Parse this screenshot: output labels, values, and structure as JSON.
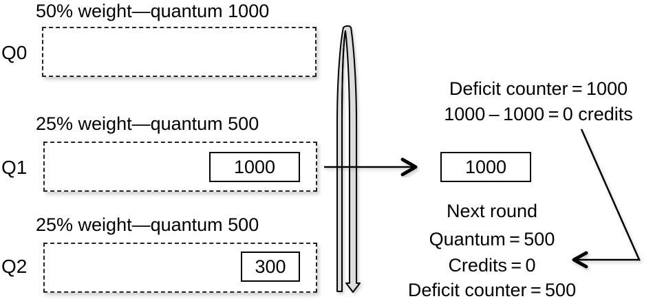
{
  "queues": [
    {
      "label": "Q0",
      "weight_label": "50% weight—quantum 1000",
      "packet": null
    },
    {
      "label": "Q1",
      "weight_label": "25% weight—quantum 500",
      "packet": "1000"
    },
    {
      "label": "Q2",
      "weight_label": "25% weight—quantum 500",
      "packet": "300"
    }
  ],
  "output": {
    "packet": "1000",
    "deficit_line1": "Deficit counter = 1000",
    "deficit_line2": "1000 – 1000 = 0 credits"
  },
  "next_round": {
    "title": "Next round",
    "quantum": "Quantum = 500",
    "credits": "Credits = 0",
    "deficit": "Deficit counter = 500"
  },
  "icons": {
    "scheduler": "round-robin-loop-arrow",
    "dequeue": "right-arrow",
    "feedback": "bent-arrow-left"
  }
}
